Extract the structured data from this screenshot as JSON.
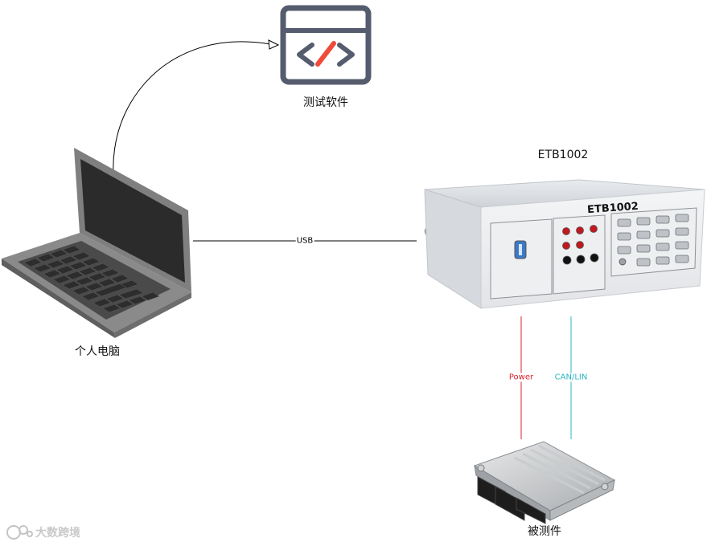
{
  "nodes": {
    "software": {
      "label": "测试软件",
      "icon": "code-window-icon"
    },
    "laptop": {
      "label": "个人电脑",
      "icon": "laptop-icon"
    },
    "device": {
      "title": "ETB1002",
      "front_label": "ETB1002",
      "icon": "test-box-icon"
    },
    "dut": {
      "label": "被测件",
      "icon": "ecu-module-icon"
    }
  },
  "edges": {
    "usb": {
      "label": "USB"
    },
    "power": {
      "label": "Power",
      "color": "#d9232e"
    },
    "can_lin": {
      "label": "CAN/LIN",
      "color": "#29b8c4"
    }
  },
  "watermark": {
    "text": "大数跨境"
  },
  "colors": {
    "icon_frame": "#555c6e",
    "icon_slash": "#f04b3a",
    "laptop_body": "#7f7f7f",
    "laptop_screen": "#2b2b2b"
  }
}
